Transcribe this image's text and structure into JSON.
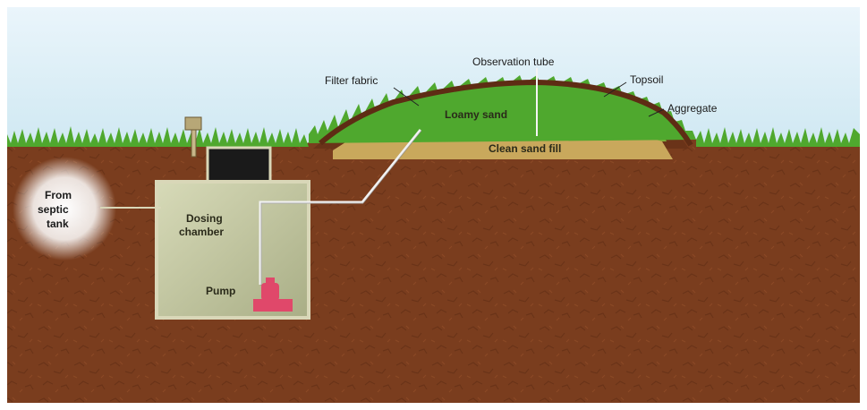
{
  "labels": {
    "from_septic_tank": [
      "From",
      "septic",
      "tank"
    ],
    "dosing_chamber": [
      "Dosing",
      "chamber"
    ],
    "pump": "Pump",
    "filter_fabric": "Filter fabric",
    "observation_tube": "Observation tube",
    "topsoil": "Topsoil",
    "aggregate": "Aggregate",
    "loamy_sand": "Loamy sand",
    "clean_sand_fill": "Clean sand fill"
  },
  "colors": {
    "sky_top": "#eaf5fb",
    "sky_bottom": "#cfe8f2",
    "soil": "#7a3d1e",
    "soil_dark": "#5e2c14",
    "grass": "#4fa82e",
    "sand": "#c9a85c",
    "loamy_sand": "#7fae3a",
    "topsoil_band": "#6a3318",
    "tank_fill": "#c9cda8",
    "tank_border": "#d9d7b8",
    "pump": "#e0486a",
    "pipe": "#f2f2f2"
  }
}
